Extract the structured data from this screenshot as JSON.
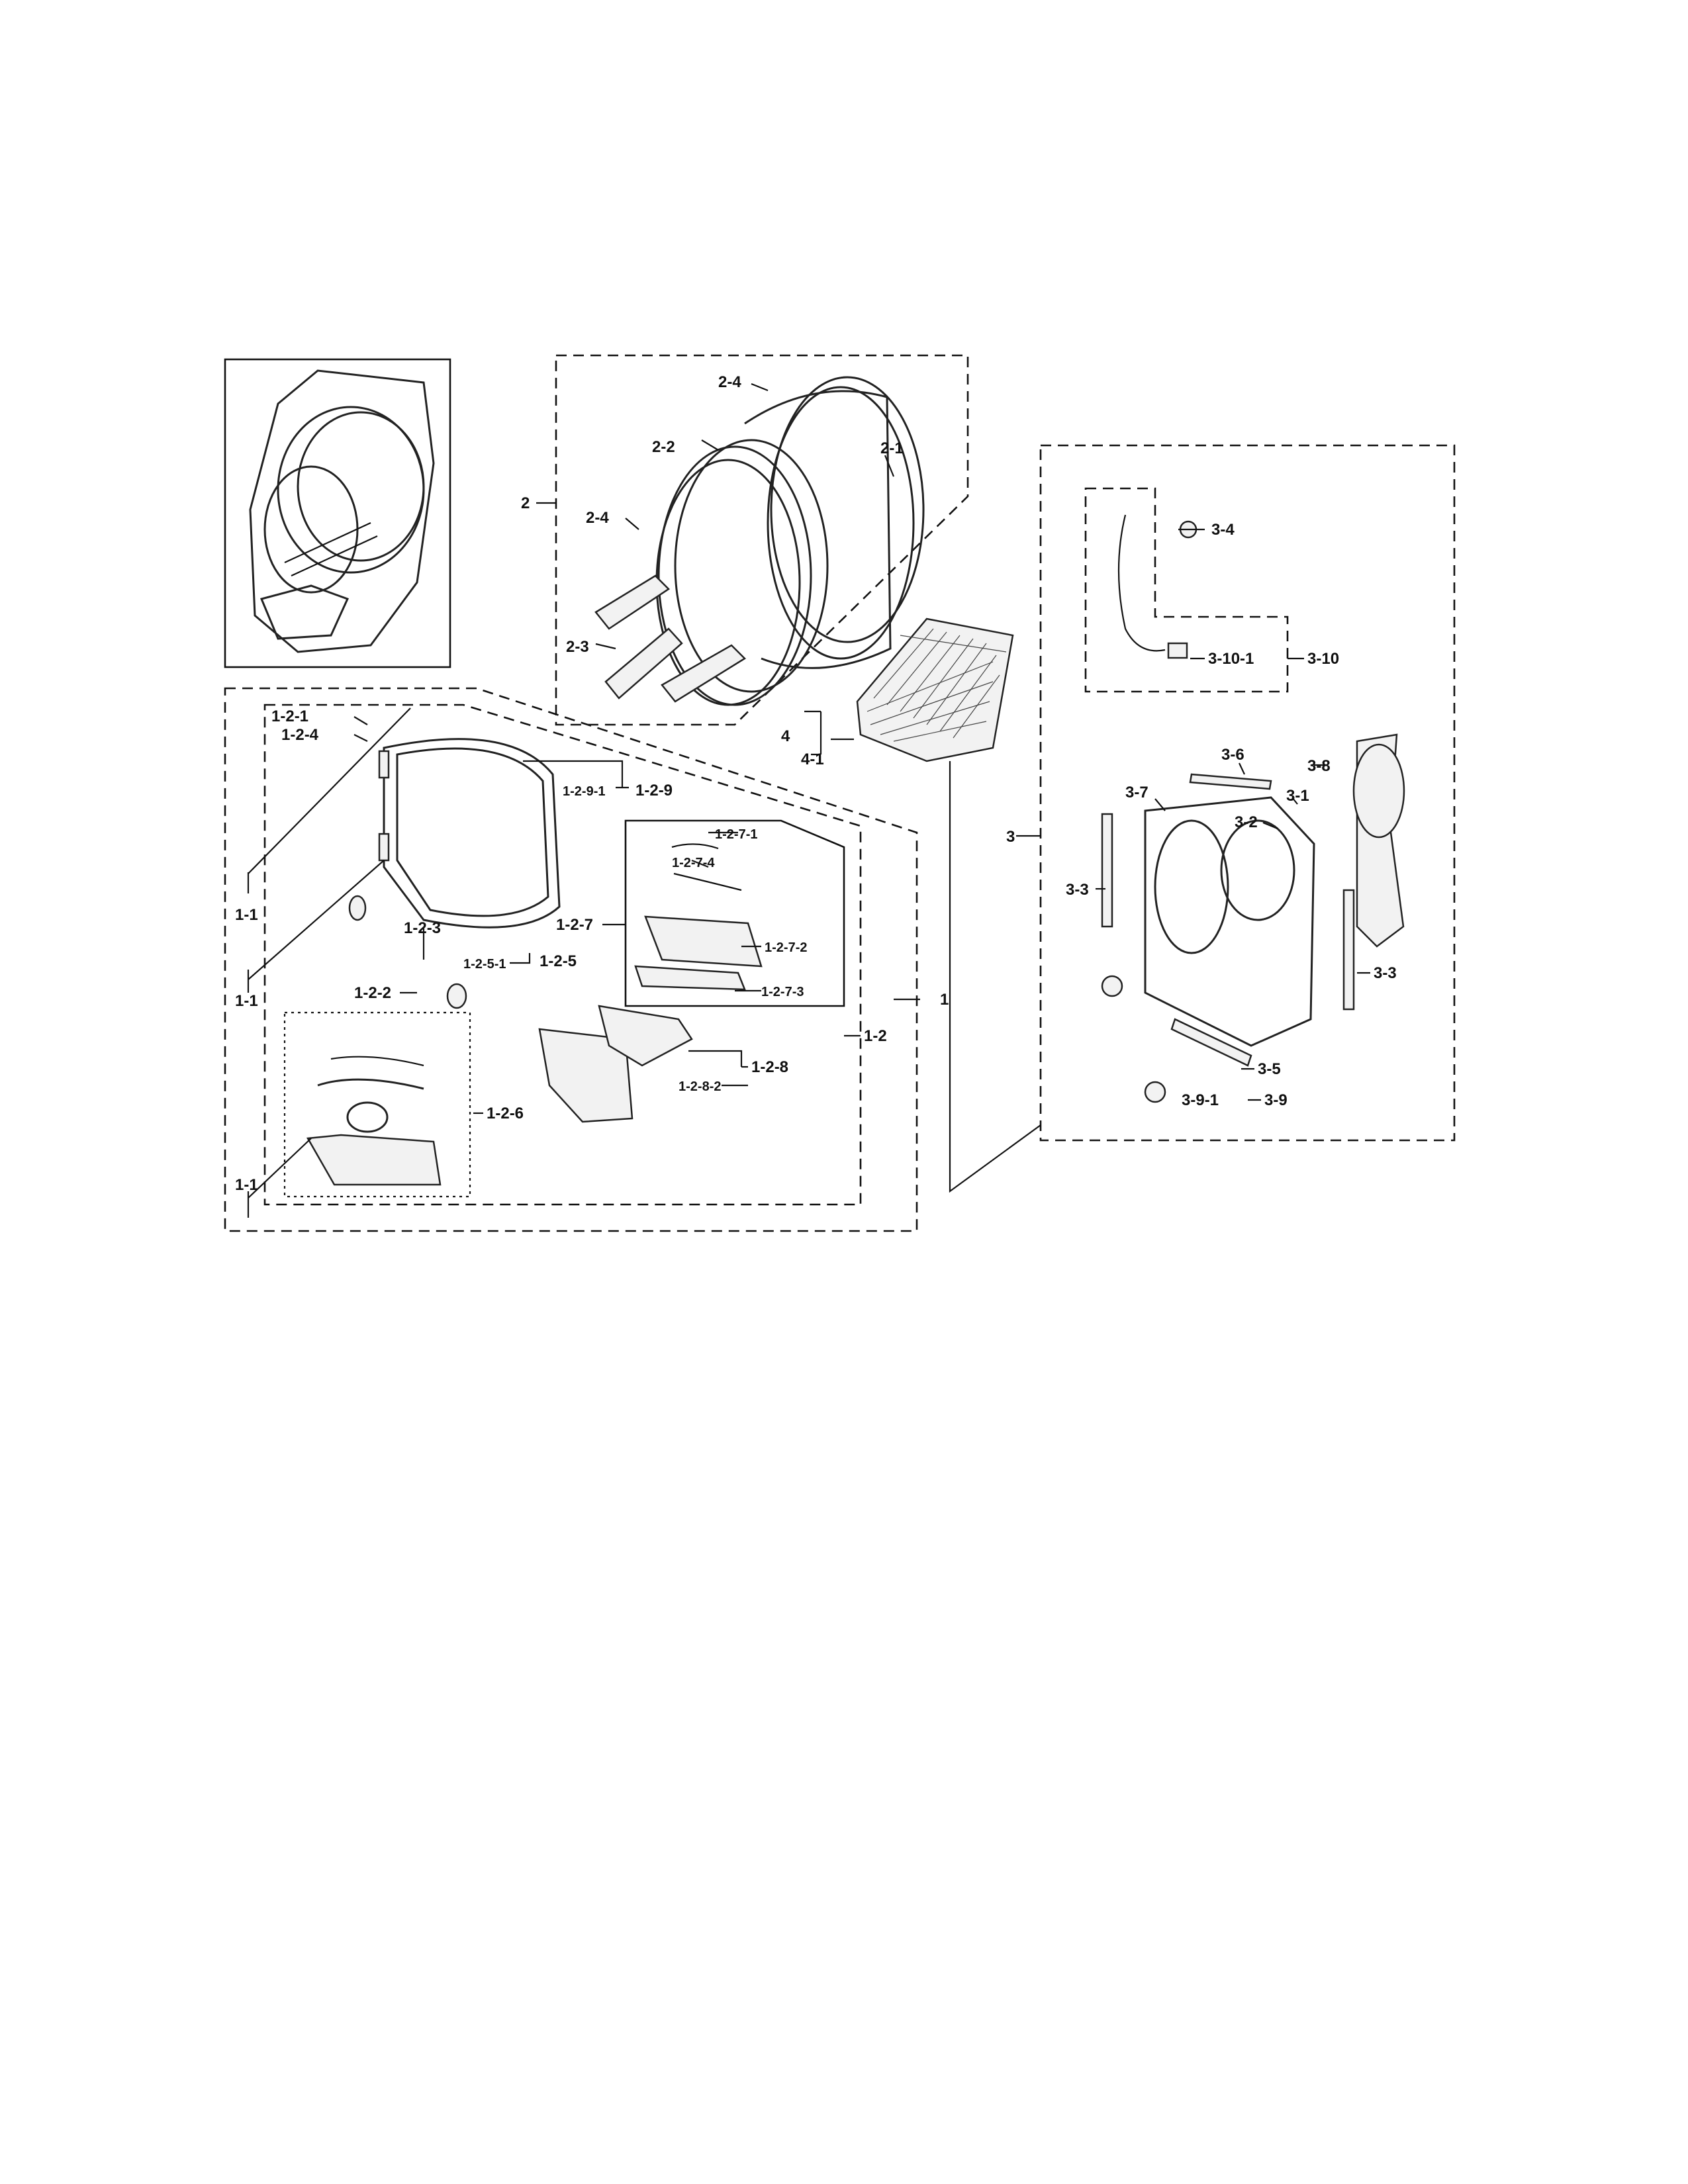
{
  "labels": {
    "l_2_4_top": "2-4",
    "l_2_2": "2-2",
    "l_2_1": "2-1",
    "l_2": "2",
    "l_2_4_mid": "2-4",
    "l_2_3": "2-3",
    "l_1_2_1": "1-2-1",
    "l_1_2_4": "1-2-4",
    "l_1_2_9_1": "1-2-9-1",
    "l_1_2_9": "1-2-9",
    "l_4": "4",
    "l_4_1": "4-1",
    "l_1_2_7_1": "1-2-7-1",
    "l_1_2_7_4": "1-2-7-4",
    "l_1_2_7": "1-2-7",
    "l_1_2_7_2": "1-2-7-2",
    "l_1_2_7_3": "1-2-7-3",
    "l_1_1_a": "1-1",
    "l_1_1_b": "1-1",
    "l_1_1_c": "1-1",
    "l_1_2_3": "1-2-3",
    "l_1_2_5_1": "1-2-5-1",
    "l_1_2_5": "1-2-5",
    "l_1_2_2": "1-2-2",
    "l_1": "1",
    "l_1_2": "1-2",
    "l_1_2_8": "1-2-8",
    "l_1_2_8_2": "1-2-8-2",
    "l_1_2_6": "1-2-6",
    "l_3_4": "3-4",
    "l_3_10_1": "3-10-1",
    "l_3_10": "3-10",
    "l_3_6": "3-6",
    "l_3_8": "3-8",
    "l_3_7": "3-7",
    "l_3_1": "3-1",
    "l_3_2": "3-2",
    "l_3": "3",
    "l_3_3_left": "3-3",
    "l_3_3_right": "3-3",
    "l_3_5": "3-5",
    "l_3_9_1": "3-9-1",
    "l_3_9": "3-9"
  }
}
